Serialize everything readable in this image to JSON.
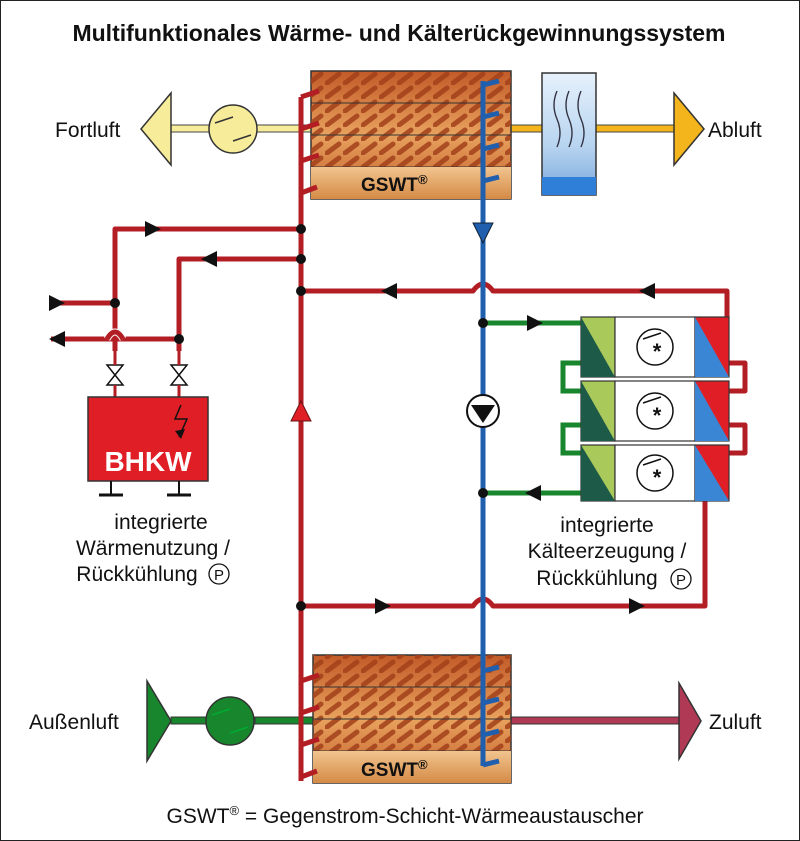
{
  "title": "Multifunktionales Wärme- und Kälterückgewinnungssystem",
  "labels": {
    "fortluft": "Fortluft",
    "abluft": "Abluft",
    "aussenluft": "Außenluft",
    "zuluft": "Zuluft",
    "gswt_top": "GSWT",
    "gswt_bottom": "GSWT",
    "registered": "®",
    "bhkw": "BHKW",
    "left_caption_1": "integrierte",
    "left_caption_2": "Wärmenutzung /",
    "left_caption_3": "Rückkühlung",
    "right_caption_1": "integrierte",
    "right_caption_2": "Kälteerzeugung /",
    "right_caption_3": "Rückkühlung",
    "p_symbol": "P",
    "footer_term": "GSWT",
    "footer_rest": " = Gegenstrom-Schicht-Wärmeaustauscher"
  },
  "colors": {
    "hot": "#b21e24",
    "cold": "#1f5fae",
    "green": "#18862c",
    "exhaust": "#f3b41c",
    "fortluft": "#f7ec9a",
    "zuluft": "#b03a55",
    "bhkw": "#e01e26",
    "hx": "#c8622a"
  },
  "icons": [
    "fan-icon",
    "pump-icon",
    "valve-icon",
    "compressor-icon",
    "lightning-icon",
    "arrow-icon"
  ]
}
